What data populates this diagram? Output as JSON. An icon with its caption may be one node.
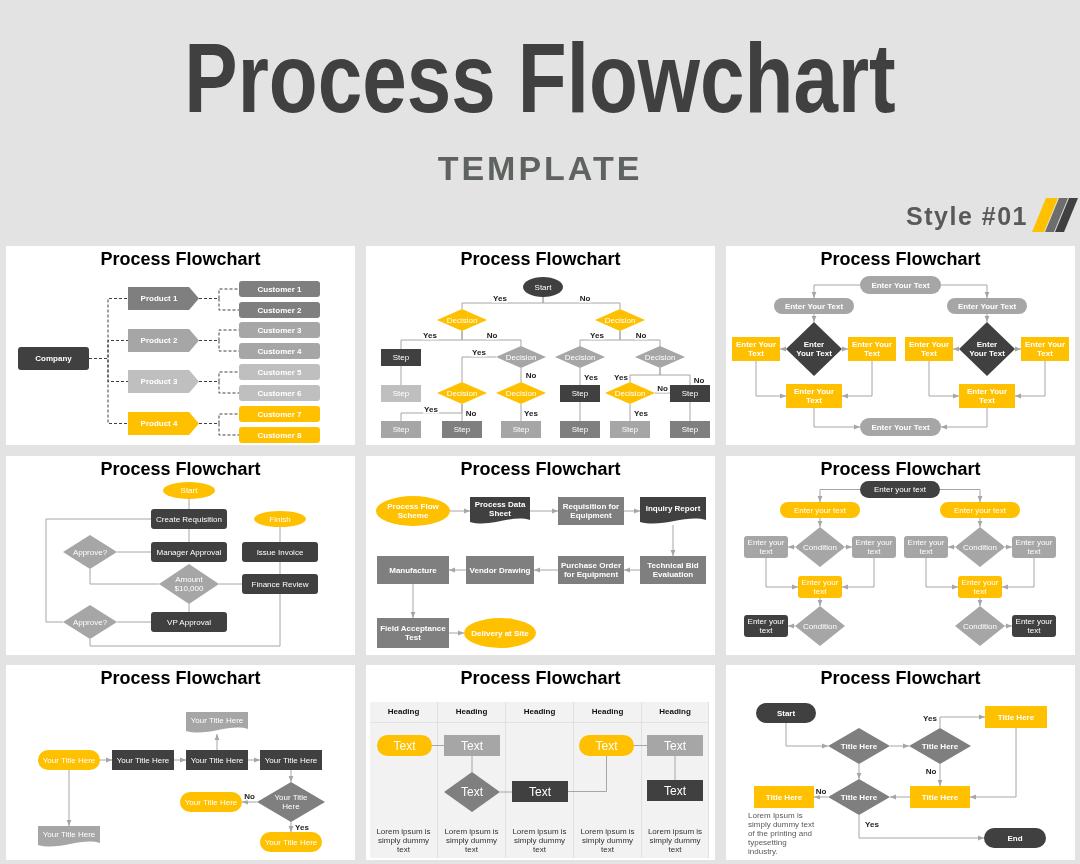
{
  "diagram": {
    "title": "Process Flowchart",
    "nodes": [
      {
        "text": [
          "Process Flowchart"
        ]
      },
      {
        "text": [
          "Company"
        ],
        "in": 0
      },
      {
        "text": [
          "Product 1"
        ],
        "in": 0
      },
      {
        "text": [
          "Customer 1"
        ],
        "in": 0
      },
      {
        "text": [
          "Customer 2"
        ],
        "in": 0
      },
      {
        "text": [
          "Product 2"
        ],
        "in": 0
      },
      {
        "text": [
          "Customer 3"
        ],
        "in": 0
      },
      {
        "text": [
          "Customer 4"
        ],
        "in": 0
      },
      {
        "text": [
          "Product 3"
        ],
        "in": 0
      },
      {
        "text": [
          "Customer 5"
        ],
        "in": 0
      },
      {
        "text": [
          "Customer 6"
        ],
        "in": 0
      },
      {
        "text": [
          "Product 4"
        ],
        "in": 0
      },
      {
        "text": [
          "Customer 7"
        ],
        "in": 0
      },
      {
        "text": [
          "Customer 8"
        ],
        "in": 0
      },
      {
        "text": [
          "Process Flowchart"
        ]
      },
      {
        "text": [
          "Start"
        ],
        "in": 14
      },
      {
        "text": [
          "Decision"
        ],
        "in": 14
      },
      {
        "text": [
          "Decision"
        ],
        "in": 14
      },
      {
        "text": [
          "Step"
        ],
        "in": 14
      },
      {
        "text": [
          "Decision"
        ],
        "in": 14
      },
      {
        "text": [
          "Decision"
        ],
        "in": 14
      },
      {
        "text": [
          "Decision"
        ],
        "in": 14
      },
      {
        "text": [
          "Step"
        ],
        "in": 14
      },
      {
        "text": [
          "Decision"
        ],
        "in": 14
      },
      {
        "text": [
          "Decision"
        ],
        "in": 14
      },
      {
        "text": [
          "Step"
        ],
        "in": 14
      },
      {
        "text": [
          "Decision"
        ],
        "in": 14
      },
      {
        "text": [
          "Step"
        ],
        "in": 14
      },
      {
        "text": [
          "Step"
        ],
        "in": 14
      },
      {
        "text": [
          "Step"
        ],
        "in": 14
      },
      {
        "text": [
          "Step"
        ],
        "in": 14
      },
      {
        "text": [
          "Step"
        ],
        "in": 14
      },
      {
        "text": [
          "Step"
        ],
        "in": 14
      },
      {
        "text": [
          "Step"
        ],
        "in": 14
      },
      {
        "text": [
          "Process Flowchart"
        ]
      },
      {
        "text": [
          "Enter Your Text"
        ],
        "in": 34
      },
      {
        "text": [
          "Enter Your Text"
        ],
        "in": 34
      },
      {
        "text": [
          "Enter Your Text"
        ],
        "in": 34
      },
      {
        "text": [
          "Enter Your Text"
        ],
        "in": 34
      },
      {
        "text": [
          "Enter Your Text"
        ],
        "in": 34
      },
      {
        "text": [
          "Enter Your Text"
        ],
        "in": 34
      },
      {
        "text": [
          "Enter Your Text"
        ],
        "in": 34
      },
      {
        "text": [
          "Enter Your Text"
        ],
        "in": 34
      },
      {
        "text": [
          "Enter Your Text"
        ],
        "in": 34
      },
      {
        "text": [
          "Enter Your Text"
        ],
        "in": 34
      },
      {
        "text": [
          "Enter Your Text"
        ],
        "in": 34
      },
      {
        "text": [
          "Enter Your Text"
        ],
        "in": 34
      },
      {
        "text": [
          "Process Flowchart"
        ]
      },
      {
        "text": [
          "Start"
        ],
        "in": 47
      },
      {
        "text": [
          "Create Requisition"
        ],
        "in": 47
      },
      {
        "text": [
          "Finish"
        ],
        "in": 47
      },
      {
        "text": [
          "Approve?"
        ],
        "in": 47
      },
      {
        "text": [
          "Manager Approval"
        ],
        "in": 47
      },
      {
        "text": [
          "Issue Invoice"
        ],
        "in": 47
      },
      {
        "text": [
          "Amount $10,000"
        ],
        "in": 47
      },
      {
        "text": [
          "Finance Review"
        ],
        "in": 47
      },
      {
        "text": [
          "Approve?"
        ],
        "in": 47
      },
      {
        "text": [
          "VP Approval"
        ],
        "in": 47
      },
      {
        "text": [
          "Process Flowchart"
        ]
      },
      {
        "text": [
          "Process Flow Scheme"
        ],
        "in": 58
      },
      {
        "text": [
          "Process Data Sheet"
        ],
        "in": 58
      },
      {
        "text": [
          "Requisition for Equipment"
        ],
        "in": 58
      },
      {
        "text": [
          "Inquiry Report"
        ],
        "in": 58
      },
      {
        "text": [
          "Manufacture"
        ],
        "in": 58
      },
      {
        "text": [
          "Vendor Drawing"
        ],
        "in": 58
      },
      {
        "text": [
          "Purchase Order for Equipment"
        ],
        "in": 58
      },
      {
        "text": [
          "Technical Bid Evaluation"
        ],
        "in": 58
      },
      {
        "text": [
          "Field Acceptance Test"
        ],
        "in": 58
      },
      {
        "text": [
          "Delivery at Site"
        ],
        "in": 58
      },
      {
        "text": [
          "Process Flowchart"
        ]
      },
      {
        "text": [
          "Enter your text"
        ],
        "in": 69
      },
      {
        "text": [
          "Enter your text"
        ],
        "in": 69
      },
      {
        "text": [
          "Enter your text"
        ],
        "in": 69
      },
      {
        "text": [
          "Enter your text"
        ],
        "in": 69
      },
      {
        "text": [
          "Condition"
        ],
        "in": 69
      },
      {
        "text": [
          "Enter your text"
        ],
        "in": 69
      },
      {
        "text": [
          "Enter your text"
        ],
        "in": 69
      },
      {
        "text": [
          "Condition"
        ],
        "in": 69
      },
      {
        "text": [
          "Enter your text"
        ],
        "in": 69
      },
      {
        "text": [
          "Enter your text"
        ],
        "in": 69
      },
      {
        "text": [
          "Enter your text"
        ],
        "in": 69
      },
      {
        "text": [
          "Enter your text"
        ],
        "in": 69
      },
      {
        "text": [
          "Condition"
        ],
        "in": 69
      },
      {
        "text": [
          "Condition"
        ],
        "in": 69
      },
      {
        "text": [
          "Enter your text"
        ],
        "in": 69
      },
      {
        "text": [
          "Process Flowchart"
        ]
      },
      {
        "text": [
          "Your Title Here"
        ],
        "in": 85
      },
      {
        "text": [
          "Your Title Here"
        ],
        "in": 85
      },
      {
        "text": [
          "Your Title Here"
        ],
        "in": 85
      },
      {
        "text": [
          "Your Title Here"
        ],
        "in": 85
      },
      {
        "text": [
          "Your Title Here"
        ],
        "in": 85
      },
      {
        "text": [
          "Your Title Here"
        ],
        "in": 85
      },
      {
        "text": [
          "Your Title Here"
        ],
        "in": 85
      },
      {
        "text": [
          "Your Title Here"
        ],
        "in": 85
      },
      {
        "text": [
          "Your Title Here"
        ],
        "in": 85
      },
      {
        "text": [
          "Process Flowchart"
        ]
      },
      {
        "text": [
          "Heading",
          "Lorem ipsum is simply dummy text"
        ],
        "in": 95
      },
      {
        "text": [
          "Text"
        ],
        "in": 96
      },
      {
        "text": [
          "Heading",
          "Lorem ipsum is simply dummy text"
        ],
        "in": 95
      },
      {
        "text": [
          "Text"
        ],
        "in": 98
      },
      {
        "text": [
          "Text"
        ],
        "in": 98
      },
      {
        "text": [
          "Heading",
          "Lorem ipsum is simply dummy text"
        ],
        "in": 95
      },
      {
        "text": [
          "Text"
        ],
        "in": 101
      },
      {
        "text": [
          "Heading",
          "Lorem ipsum is simply dummy text"
        ],
        "in": 95
      },
      {
        "text": [
          "Text"
        ],
        "in": 103
      },
      {
        "text": [
          "Heading",
          "Lorem ipsum is simply dummy text"
        ],
        "in": 95
      },
      {
        "text": [
          "Text"
        ],
        "in": 105
      },
      {
        "text": [
          "Text"
        ],
        "in": 105
      },
      {
        "text": [
          "Process Flowchart"
        ]
      },
      {
        "text": [
          "Start"
        ],
        "in": 108
      },
      {
        "text": [
          "Title Here"
        ],
        "in": 108
      },
      {
        "text": [
          "Title Here"
        ],
        "in": 108
      },
      {
        "text": [
          "Title Here"
        ],
        "in": 108
      },
      {
        "text": [
          "Title Here"
        ],
        "in": 108,
        "beside": [
          "Lorem Ipsum is simply dummy text of the printing and typesetting industry."
        ]
      },
      {
        "text": [
          "Title Here"
        ],
        "in": 108
      },
      {
        "text": [
          "Title Here"
        ],
        "in": 108
      },
      {
        "text": [
          "End"
        ],
        "in": 108
      }
    ],
    "edges": [
      {
        "from": 1,
        "to": 2,
        "arrow": "none",
        "style": "dashed",
        "color": "#404040"
      },
      {
        "from": 1,
        "to": 5,
        "arrow": "none",
        "style": "dashed",
        "color": "#404040"
      },
      {
        "from": 1,
        "to": 8,
        "arrow": "none",
        "style": "dashed",
        "color": "#404040"
      },
      {
        "from": 1,
        "to": 11,
        "arrow": "none",
        "style": "dashed",
        "color": "#404040"
      },
      {
        "from": 2,
        "to": 3,
        "arrow": "none",
        "style": "dashed",
        "color": "#404040"
      },
      {
        "from": 2,
        "to": 4,
        "arrow": "none",
        "style": "dashed",
        "color": "#404040"
      },
      {
        "from": 5,
        "to": 6,
        "arrow": "none",
        "style": "dashed",
        "color": "#404040"
      },
      {
        "from": 5,
        "to": 7,
        "arrow": "none",
        "style": "dashed",
        "color": "#404040"
      },
      {
        "from": 8,
        "to": 9,
        "arrow": "none",
        "style": "dashed",
        "color": "#404040"
      },
      {
        "from": 8,
        "to": 10,
        "arrow": "none",
        "style": "dashed",
        "color": "#404040"
      },
      {
        "from": 11,
        "to": 12,
        "arrow": "none",
        "style": "dashed",
        "color": "#404040"
      },
      {
        "from": 11,
        "to": 13,
        "arrow": "none",
        "style": "dashed",
        "color": "#404040"
      },
      {
        "from": 15,
        "to": 16,
        "arrow": "none",
        "label": "Yes"
      },
      {
        "from": 15,
        "to": 17,
        "arrow": "none",
        "label": "No"
      },
      {
        "from": 16,
        "to": 18,
        "arrow": "none",
        "label": "Yes"
      },
      {
        "from": 16,
        "to": 19,
        "arrow": "none",
        "label": "No"
      },
      {
        "from": 18,
        "to": 22,
        "arrow": "none"
      },
      {
        "from": 19,
        "to": 23,
        "arrow": "none",
        "label": "Yes"
      },
      {
        "from": 19,
        "to": 24,
        "arrow": "none",
        "label": "No"
      },
      {
        "from": 23,
        "to": 28,
        "arrow": "none",
        "label": "Yes"
      },
      {
        "from": 23,
        "to": 29,
        "arrow": "none",
        "label": "No"
      },
      {
        "from": 24,
        "to": 30,
        "arrow": "none",
        "label": "Yes"
      },
      {
        "from": 17,
        "to": 20,
        "arrow": "none",
        "label": "Yes"
      },
      {
        "from": 17,
        "to": 21,
        "arrow": "none",
        "label": "No"
      },
      {
        "from": 20,
        "to": 25,
        "arrow": "none",
        "label": "Yes"
      },
      {
        "from": 25,
        "to": 31,
        "arrow": "none"
      },
      {
        "from": 21,
        "to": 26,
        "arrow": "none",
        "label": "Yes"
      },
      {
        "from": 21,
        "to": 27,
        "arrow": "none",
        "label": "No"
      },
      {
        "from": 26,
        "to": 27,
        "arrow": "none",
        "label": "No"
      },
      {
        "from": 26,
        "to": 32,
        "arrow": "none",
        "label": "Yes"
      },
      {
        "from": 27,
        "to": 33,
        "arrow": "none"
      },
      {
        "from": 35,
        "to": 36,
        "arrow": "to"
      },
      {
        "from": 35,
        "to": 37,
        "arrow": "to"
      },
      {
        "from": 36,
        "to": 39,
        "arrow": "to"
      },
      {
        "from": 37,
        "to": 42,
        "arrow": "to"
      },
      {
        "from": 39,
        "to": 38,
        "arrow": "to"
      },
      {
        "from": 39,
        "to": 40,
        "arrow": "to"
      },
      {
        "from": 42,
        "to": 41,
        "arrow": "to"
      },
      {
        "from": 42,
        "to": 43,
        "arrow": "to"
      },
      {
        "from": 38,
        "to": 44,
        "arrow": "to"
      },
      {
        "from": 40,
        "to": 44,
        "arrow": "to"
      },
      {
        "from": 41,
        "to": 45,
        "arrow": "to"
      },
      {
        "from": 43,
        "to": 45,
        "arrow": "to"
      },
      {
        "from": 44,
        "to": 46,
        "arrow": "to"
      },
      {
        "from": 45,
        "to": 46,
        "arrow": "to"
      },
      {
        "from": 48,
        "to": 49,
        "arrow": "none"
      },
      {
        "from": 49,
        "to": 52,
        "arrow": "none"
      },
      {
        "from": 52,
        "to": 51,
        "arrow": "none"
      },
      {
        "from": 51,
        "to": 54,
        "arrow": "none"
      },
      {
        "from": 54,
        "to": 55,
        "arrow": "none"
      },
      {
        "from": 54,
        "to": 57,
        "arrow": "none"
      },
      {
        "from": 57,
        "to": 56,
        "arrow": "none"
      },
      {
        "from": 56,
        "to": 49,
        "arrow": "none"
      },
      {
        "from": 56,
        "to": 55,
        "arrow": "none"
      },
      {
        "from": 55,
        "to": 53,
        "arrow": "none"
      },
      {
        "from": 53,
        "to": 50,
        "arrow": "none"
      },
      {
        "from": 59,
        "to": 60,
        "arrow": "to"
      },
      {
        "from": 60,
        "to": 61,
        "arrow": "to"
      },
      {
        "from": 61,
        "to": 62,
        "arrow": "to"
      },
      {
        "from": 62,
        "to": 66,
        "arrow": "to"
      },
      {
        "from": 66,
        "to": 65,
        "arrow": "to"
      },
      {
        "from": 65,
        "to": 64,
        "arrow": "to"
      },
      {
        "from": 64,
        "to": 63,
        "arrow": "to"
      },
      {
        "from": 63,
        "to": 67,
        "arrow": "to"
      },
      {
        "from": 67,
        "to": 68,
        "arrow": "to"
      },
      {
        "from": 70,
        "to": 71,
        "arrow": "to"
      },
      {
        "from": 70,
        "to": 72,
        "arrow": "to"
      },
      {
        "from": 71,
        "to": 74,
        "arrow": "to"
      },
      {
        "from": 72,
        "to": 77,
        "arrow": "to"
      },
      {
        "from": 74,
        "to": 73,
        "arrow": "to"
      },
      {
        "from": 74,
        "to": 75,
        "arrow": "to"
      },
      {
        "from": 77,
        "to": 76,
        "arrow": "to"
      },
      {
        "from": 77,
        "to": 78,
        "arrow": "to"
      },
      {
        "from": 73,
        "to": 79,
        "arrow": "to"
      },
      {
        "from": 75,
        "to": 79,
        "arrow": "to"
      },
      {
        "from": 76,
        "to": 80,
        "arrow": "to"
      },
      {
        "from": 78,
        "to": 80,
        "arrow": "to"
      },
      {
        "from": 79,
        "to": 82,
        "arrow": "to"
      },
      {
        "from": 80,
        "to": 83,
        "arrow": "to"
      },
      {
        "from": 82,
        "to": 81,
        "arrow": "to"
      },
      {
        "from": 83,
        "to": 84,
        "arrow": "to"
      },
      {
        "from": 87,
        "to": 88,
        "arrow": "to"
      },
      {
        "from": 88,
        "to": 89,
        "arrow": "to"
      },
      {
        "from": 89,
        "to": 90,
        "arrow": "to"
      },
      {
        "from": 89,
        "to": 86,
        "arrow": "to"
      },
      {
        "from": 87,
        "to": 93,
        "arrow": "to"
      },
      {
        "from": 90,
        "to": 92,
        "arrow": "to"
      },
      {
        "from": 92,
        "to": 91,
        "arrow": "to",
        "label": "No"
      },
      {
        "from": 92,
        "to": 94,
        "arrow": "to",
        "label": "Yes"
      },
      {
        "from": 97,
        "to": 99,
        "arrow": "none"
      },
      {
        "from": 99,
        "to": 100,
        "arrow": "none"
      },
      {
        "from": 100,
        "to": 102,
        "arrow": "none"
      },
      {
        "from": 102,
        "to": 104,
        "arrow": "none"
      },
      {
        "from": 104,
        "to": 106,
        "arrow": "none"
      },
      {
        "from": 106,
        "to": 107,
        "arrow": "none"
      },
      {
        "from": 109,
        "to": 111,
        "arrow": "to"
      },
      {
        "from": 111,
        "to": 112,
        "arrow": "to"
      },
      {
        "from": 112,
        "to": 110,
        "arrow": "to",
        "label": "Yes"
      },
      {
        "from": 112,
        "to": 115,
        "arrow": "to",
        "label": "No"
      },
      {
        "from": 110,
        "to": 115,
        "arrow": "to"
      },
      {
        "from": 115,
        "to": 114,
        "arrow": "to"
      },
      {
        "from": 111,
        "to": 114,
        "arrow": "to"
      },
      {
        "from": 114,
        "to": 113,
        "arrow": "to",
        "label": "No"
      },
      {
        "from": 114,
        "to": 116,
        "arrow": "to",
        "label": "Yes"
      }
    ],
    "labels": [
      "TEMPLATE",
      "Style #01"
    ]
  }
}
